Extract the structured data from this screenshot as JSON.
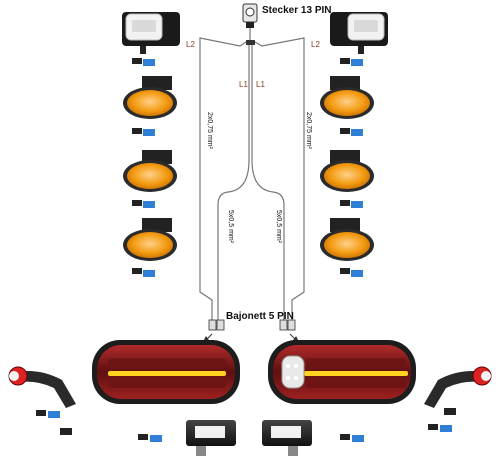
{
  "labels": {
    "connector_13": "Stecker 13 PIN",
    "bayonet_5": "Bajonett 5 PIN",
    "cable_l2_left": "L2",
    "cable_l2_right": "L2",
    "cable_l1_left": "L1",
    "cable_l1_right": "L1",
    "cable_spec_2x075_left": "2x0,75 mm²",
    "cable_spec_2x075_right": "2x0,75 mm²",
    "cable_spec_5x05_left": "5x0,5 mm²",
    "cable_spec_5x05_right": "5x0,5 mm²"
  },
  "colors": {
    "wire": "#777777",
    "amber": "#f39c12",
    "amber_dark": "#c96e00",
    "lamp_red": "#8e1a1a",
    "lamp_dark": "#2a2a2a",
    "led_yellow": "#ffd21f",
    "connector_blue": "#2f7fd6"
  }
}
